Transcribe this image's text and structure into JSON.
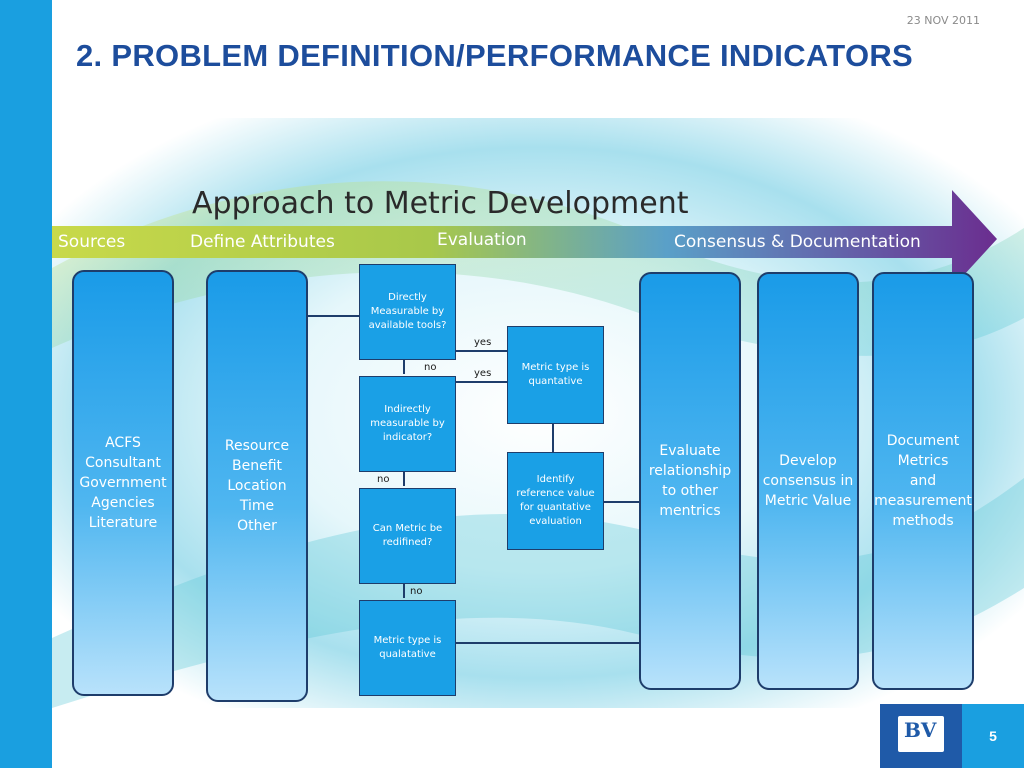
{
  "header": {
    "date": "23 NOV 2011",
    "title": "2. PROBLEM DEFINITION/PERFORMANCE INDICATORS"
  },
  "diagram": {
    "title": "Approach to Metric Development",
    "phases": [
      "Sources",
      "Define Attributes",
      "Evaluation",
      "Consensus & Documentation"
    ],
    "columns": {
      "sources": "ACFS\nConsultant\nGovernment\nAgencies\nLiterature",
      "attributes": "Resource\nBenefit\nLocation\nTime\nOther",
      "evaluate": "Evaluate\nrelationship\nto other\nmentrics",
      "develop": "Develop\nconsensus in\nMetric Value",
      "document": "Document\nMetrics\nand\nmeasurement\nmethods"
    },
    "boxes": {
      "direct": "Directly\nMeasurable by\navailable tools?",
      "indirect": "Indirectly\nmeasurable by\nindicator?",
      "redefine": "Can Metric be\nredifined?",
      "qualitative": "Metric type is\nqualatative",
      "quantitative": "Metric type is\nquantative",
      "reference": "Identify\nreference value\nfor quantative\nevaluation"
    },
    "edge_labels": {
      "yes1": "yes",
      "yes2": "yes",
      "no1": "no",
      "no2": "no",
      "no3": "no"
    },
    "colors": {
      "box_fill": "#1aa0e6",
      "border": "#1e3d6b",
      "arrow_purple": "#6b2d8f",
      "arrow_green": "#c8d94a"
    }
  },
  "footer": {
    "logo_text": "BV",
    "page_number": "5"
  }
}
